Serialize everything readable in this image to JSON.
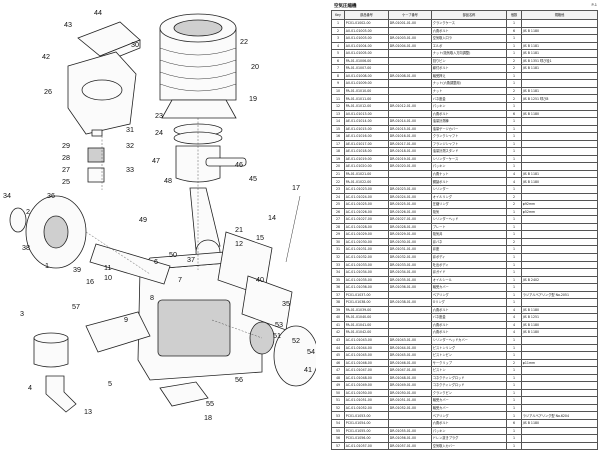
{
  "diagram": {
    "title": "Air compressor exploded view",
    "callouts": [
      "44",
      "43",
      "30",
      "42",
      "26",
      "31",
      "29",
      "28",
      "32",
      "27",
      "25",
      "33",
      "34",
      "2",
      "36",
      "38",
      "1",
      "39",
      "16",
      "11",
      "10",
      "3",
      "57",
      "4",
      "13",
      "5",
      "56",
      "18",
      "55",
      "53",
      "51",
      "52",
      "54",
      "41",
      "22",
      "20",
      "19",
      "23",
      "24",
      "47",
      "46",
      "45",
      "48",
      "49",
      "50",
      "37",
      "17",
      "14",
      "21",
      "12",
      "15",
      "40",
      "35",
      "6",
      "7",
      "8",
      "9"
    ]
  },
  "sheet": {
    "title": "空気圧縮機",
    "page": "P-1",
    "columns": [
      "Key",
      "部品番号",
      "ケーブ番号",
      "部品名称",
      "個数",
      "規格他"
    ],
    "rows": [
      [
        "1",
        "PC01-01002-00",
        "DR-01001-01-00",
        "クランクケース",
        "1",
        ""
      ],
      [
        "2",
        "A0-01-01003-00",
        "",
        "六角ボルト",
        "6",
        "JIS B 1180"
      ],
      [
        "3",
        "A0-01-01003-00",
        "DR-01003-01-00",
        "空気取入口ラ",
        "1",
        ""
      ],
      [
        "4",
        "A0-01-01004-00",
        "DR-01004-01-00",
        "エルボ",
        "1",
        "JIS B 1181"
      ],
      [
        "5",
        "A0-01-01005-00",
        "",
        "ナット(吸気取入方向調整)",
        "1",
        "JIS B 1181"
      ],
      [
        "6",
        "PA-01-01006-00",
        "",
        "割りピン",
        "2",
        "JIS B 1351 呼び径1"
      ],
      [
        "7",
        "PA-01-01007-00",
        "",
        "締付ボルト",
        "2",
        "JIS B 1181"
      ],
      [
        "8",
        "A0-01-01008-00",
        "DR-01008-01-00",
        "軸受押え",
        "1",
        ""
      ],
      [
        "9",
        "A0-01-01009-00",
        "",
        "ナット(六角調整用)",
        "1",
        ""
      ],
      [
        "10",
        "PA-01-01010-00",
        "",
        "ナット",
        "2",
        "JIS B 1181"
      ],
      [
        "11",
        "PA-01-01011-00",
        "",
        "バネ座金",
        "2",
        "JIS B 1251 呼び8"
      ],
      [
        "12",
        "PA-01-01012-00",
        "DR-01012-01-00",
        "パッキン",
        "1",
        ""
      ],
      [
        "13",
        "A0-01-01013-00",
        "",
        "六角ボルト",
        "6",
        "JIS B 1180"
      ],
      [
        "14",
        "AE-01-01014-00",
        "DR-01014-01-00",
        "油量計測棒",
        "1",
        ""
      ],
      [
        "15",
        "AE-01-01015-00",
        "DR-01015-01-00",
        "油量ゲージカバー",
        "1",
        ""
      ],
      [
        "16",
        "AE-01-01016-00",
        "DR-01016-01-00",
        "クランクシャフト",
        "1",
        ""
      ],
      [
        "17",
        "AE-01-01017-00",
        "DR-01017-01-00",
        "フランジシャフト",
        "1",
        ""
      ],
      [
        "18",
        "AE-01-01018-00",
        "DR-01018-01-00",
        "油量計測スタンド",
        "1",
        ""
      ],
      [
        "19",
        "AE-01-01019-00",
        "DR-01019-01-00",
        "シリンダーケース",
        "1",
        ""
      ],
      [
        "20",
        "AE-01-01020-00",
        "DR-01020-01-00",
        "パッキン",
        "1",
        ""
      ],
      [
        "21",
        "PA-01-01021-00",
        "",
        "六角ナット",
        "4",
        "JIS B 1181"
      ],
      [
        "22",
        "PA-01-01022-00",
        "",
        "鋼製ボルト",
        "4",
        "JIS B 1180"
      ],
      [
        "23",
        "AC-01-01023-00",
        "DR-01023-01-00",
        "シリンダー",
        "1",
        ""
      ],
      [
        "24",
        "AC-01-01024-00",
        "DR-01024-01-00",
        "オイルリング",
        "2",
        ""
      ],
      [
        "25",
        "AC-01-01025-00",
        "DR-01025-01-00",
        "圧縮リング",
        "2",
        "φ92mm"
      ],
      [
        "26",
        "AC-01-01026-00",
        "DR-01026-01-00",
        "吸気",
        "1",
        "φ52mm"
      ],
      [
        "27",
        "AC-01-01027-00",
        "DR-01027-01-00",
        "シリンダーヘッド",
        "1",
        ""
      ],
      [
        "28",
        "AC-01-01028-00",
        "DR-01028-01-00",
        "プレート",
        "1",
        ""
      ],
      [
        "29",
        "AC-01-01029-00",
        "DR-01029-01-00",
        "吸気弁",
        "1",
        ""
      ],
      [
        "30",
        "AC-01-01030-00",
        "DR-01030-01-00",
        "弁バネ",
        "2",
        ""
      ],
      [
        "31",
        "AC-01-01031-00",
        "DR-01031-01-00",
        "弁座",
        "1",
        ""
      ],
      [
        "32",
        "AC-01-01032-00",
        "DR-01032-01-00",
        "弁ボディ",
        "1",
        ""
      ],
      [
        "33",
        "AC-01-01033-00",
        "DR-01033-01-00",
        "吐出ボディ",
        "1",
        ""
      ],
      [
        "34",
        "AC-01-01034-00",
        "DR-01034-01-00",
        "弁ガイド",
        "1",
        ""
      ],
      [
        "35",
        "AC-01-01035-00",
        "DR-01035-01-00",
        "オイルシール",
        "1",
        "JIS B 2402"
      ],
      [
        "36",
        "AC-01-01036-00",
        "DR-01036-01-00",
        "軸受カバー",
        "1",
        ""
      ],
      [
        "37",
        "PC01-01037-00",
        "",
        "ベアリング",
        "1",
        "ラジアルベアリング型 No.2051"
      ],
      [
        "38",
        "PC01-01038-00",
        "DR-01038-01-00",
        "Oリング",
        "1",
        ""
      ],
      [
        "39",
        "PA-01-01039-00",
        "",
        "六角ボルト",
        "4",
        "JIS B 1180"
      ],
      [
        "40",
        "PA-01-01040-00",
        "",
        "バネ座金",
        "4",
        "JIS B 1251"
      ],
      [
        "41",
        "PA-01-01041-00",
        "",
        "六角ボルト",
        "4",
        "JIS B 1180"
      ],
      [
        "42",
        "PA-01-01042-00",
        "",
        "六角ボルト",
        "4",
        "JIS B 1180"
      ],
      [
        "43",
        "AC-01-01043-00",
        "DR-01043-01-00",
        "シリンダーヘッドカバー",
        "1",
        ""
      ],
      [
        "44",
        "AC-01-01044-00",
        "DR-01044-01-00",
        "ピストンリング",
        "1",
        ""
      ],
      [
        "45",
        "AC-01-01045-00",
        "DR-01045-01-00",
        "ピストンピン",
        "1",
        ""
      ],
      [
        "46",
        "AC-01-01046-00",
        "DR-01046-01-00",
        "サークリップ",
        "2",
        "φ11mm"
      ],
      [
        "47",
        "AC-01-01047-00",
        "DR-01047-01-00",
        "ピストン",
        "1",
        ""
      ],
      [
        "48",
        "AC-01-01048-00",
        "DR-01048-01-00",
        "コネクティングロッド",
        "1",
        ""
      ],
      [
        "49",
        "AC-01-01049-00",
        "DR-01049-01-00",
        "コネクティングロッド",
        "1",
        ""
      ],
      [
        "50",
        "AC-01-01050-00",
        "DR-01050-01-00",
        "クランクピン",
        "1",
        ""
      ],
      [
        "51",
        "AC-01-01051-00",
        "DR-01051-01-00",
        "軸受カバー",
        "1",
        ""
      ],
      [
        "52",
        "AC-01-01052-00",
        "DR-01052-01-00",
        "軸受カバー",
        "1",
        ""
      ],
      [
        "53",
        "PC01-01053-00",
        "",
        "ベアリング",
        "1",
        "ラジアルベアリング型 No.6204"
      ],
      [
        "54",
        "PC01-01054-00",
        "",
        "六角ボルト",
        "6",
        "JIS B 1180"
      ],
      [
        "55",
        "PC01-01055-00",
        "DR-01055-01-00",
        "パッキン",
        "1",
        ""
      ],
      [
        "56",
        "PC01-01056-00",
        "DR-01056-01-00",
        "ドレン抜きプラグ",
        "1",
        ""
      ],
      [
        "57",
        "AC-01-01057-00",
        "DR-01057-01-00",
        "空気取入カバー",
        "1",
        ""
      ]
    ]
  }
}
